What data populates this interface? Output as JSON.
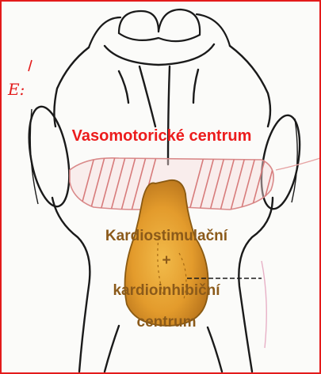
{
  "labels": {
    "vasomotor": "Vasomotorické centrum",
    "cardio_line1": "Kardiostimulační",
    "cardio_line2": "+",
    "cardio_line3": "kardioinhibiční",
    "cardio_line4": "centrum"
  },
  "margin_mark": "E:",
  "colors": {
    "frame": "#e31b1b",
    "vasomotor_label": "#ec1c1c",
    "cardio_label": "#8b5a1a",
    "center_fill": "#e8a733",
    "hatch": "#d98a8a",
    "ink": "#1a1a1a"
  }
}
